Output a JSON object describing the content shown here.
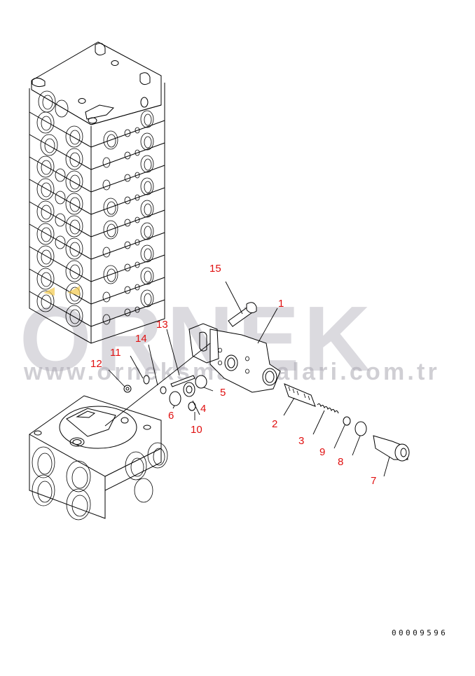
{
  "diagram": {
    "type": "exploded parts diagram",
    "subject": "hydraulic control valve section",
    "document_number": "00009596",
    "label_color": "#e01010",
    "line_color": "#000000",
    "background": "#ffffff"
  },
  "watermark": {
    "brand": "ORNEK",
    "url": "www.orneksmakinalari.com.tr",
    "color": "#bebcc4"
  },
  "callouts": [
    {
      "id": "1",
      "text": "1"
    },
    {
      "id": "2",
      "text": "2"
    },
    {
      "id": "3",
      "text": "3"
    },
    {
      "id": "4",
      "text": "4"
    },
    {
      "id": "5",
      "text": "5"
    },
    {
      "id": "6",
      "text": "6"
    },
    {
      "id": "7",
      "text": "7"
    },
    {
      "id": "8",
      "text": "8"
    },
    {
      "id": "9",
      "text": "9"
    },
    {
      "id": "10",
      "text": "10"
    },
    {
      "id": "11",
      "text": "11"
    },
    {
      "id": "12",
      "text": "12"
    },
    {
      "id": "13",
      "text": "13"
    },
    {
      "id": "14",
      "text": "14"
    },
    {
      "id": "15",
      "text": "15"
    }
  ]
}
